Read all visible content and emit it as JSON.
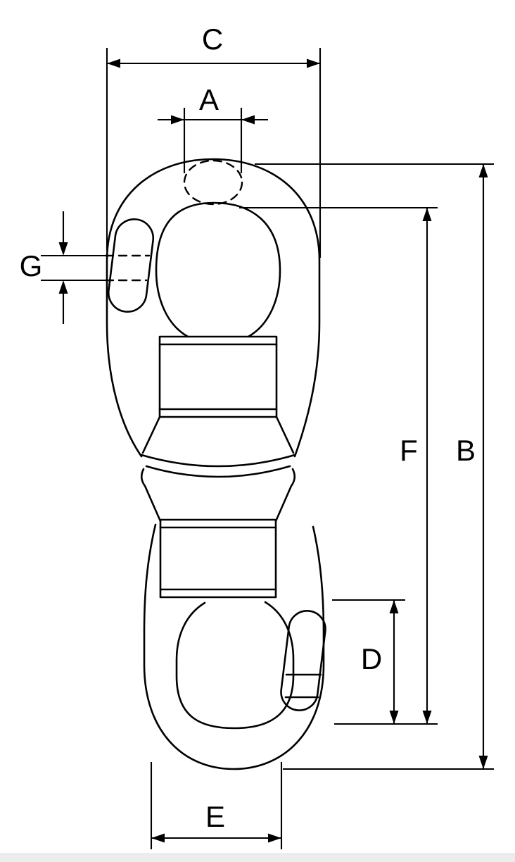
{
  "page": {
    "background_color": "#ffffff",
    "footer_strip_color": "#ececec"
  },
  "diagram": {
    "kind": "technical-dimension-drawing",
    "subject": "double-eye-chain-swivel",
    "line_color": "#000000",
    "label_color": "#000000",
    "dimensions": {
      "C": {
        "label": "C",
        "orientation": "horizontal",
        "location": "top-overall-eye-width"
      },
      "A": {
        "label": "A",
        "orientation": "horizontal",
        "location": "top-eye-pin-hole-width"
      },
      "G": {
        "label": "G",
        "orientation": "vertical",
        "location": "left-side-boss-hole-thickness"
      },
      "F": {
        "label": "F",
        "orientation": "vertical",
        "location": "inside-length-between-eye-openings"
      },
      "B": {
        "label": "B",
        "orientation": "vertical",
        "location": "overall-length"
      },
      "D": {
        "label": "D",
        "orientation": "vertical",
        "location": "lower-eye-opening-length"
      },
      "E": {
        "label": "E",
        "orientation": "horizontal",
        "location": "bottom-eye-width"
      }
    }
  }
}
